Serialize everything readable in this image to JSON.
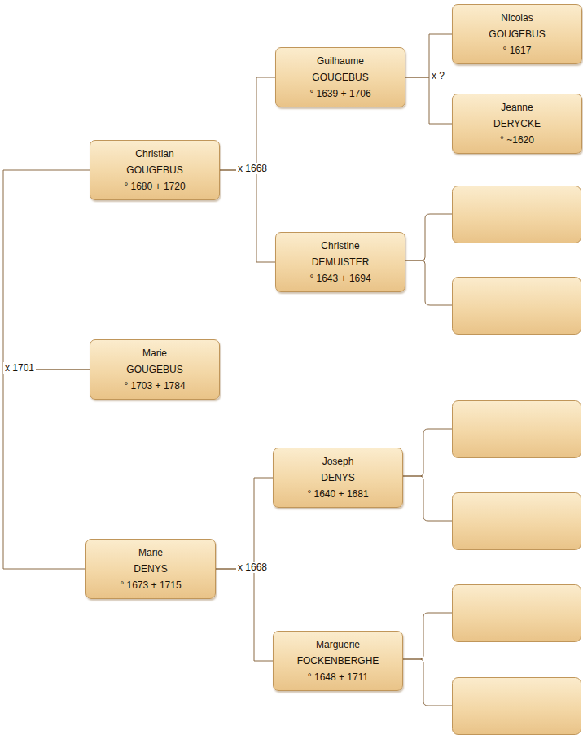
{
  "diagram": {
    "nodes": [
      {
        "text": [
          "Christian",
          "GOUGEBUS",
          "° 1680 + 1720"
        ]
      },
      {
        "text": [
          "Marie",
          "GOUGEBUS",
          "° 1703 + 1784"
        ]
      },
      {
        "text": [
          "Marie",
          "DENYS",
          "° 1673 + 1715"
        ]
      },
      {
        "text": [
          "Guilhaume",
          "GOUGEBUS",
          "° 1639 + 1706"
        ]
      },
      {
        "text": [
          "Christine",
          "DEMUISTER",
          "° 1643 + 1694"
        ]
      },
      {
        "text": [
          "Joseph",
          "DENYS",
          "° 1640 + 1681"
        ]
      },
      {
        "text": [
          "Marguerie",
          "FOCKENBERGHE",
          "° 1648 + 1711"
        ]
      },
      {
        "text": [
          "Nicolas",
          "GOUGEBUS",
          "° 1617"
        ]
      },
      {
        "text": [
          "Jeanne",
          "DERYCKE",
          "° ~1620"
        ]
      }
    ],
    "edges": [
      {
        "from": 1,
        "to": 0,
        "arrow": "none"
      },
      {
        "from": 1,
        "to": 2,
        "arrow": "none"
      },
      {
        "from": 0,
        "to": 3,
        "arrow": "none"
      },
      {
        "from": 0,
        "to": 4,
        "arrow": "none"
      },
      {
        "from": 2,
        "to": 5,
        "arrow": "none"
      },
      {
        "from": 2,
        "to": 6,
        "arrow": "none"
      },
      {
        "from": 3,
        "to": 7,
        "arrow": "none"
      },
      {
        "from": 3,
        "to": 8,
        "arrow": "none"
      }
    ],
    "labels": [
      "x 1701",
      "x 1668",
      "x 1668",
      "x ?"
    ]
  }
}
